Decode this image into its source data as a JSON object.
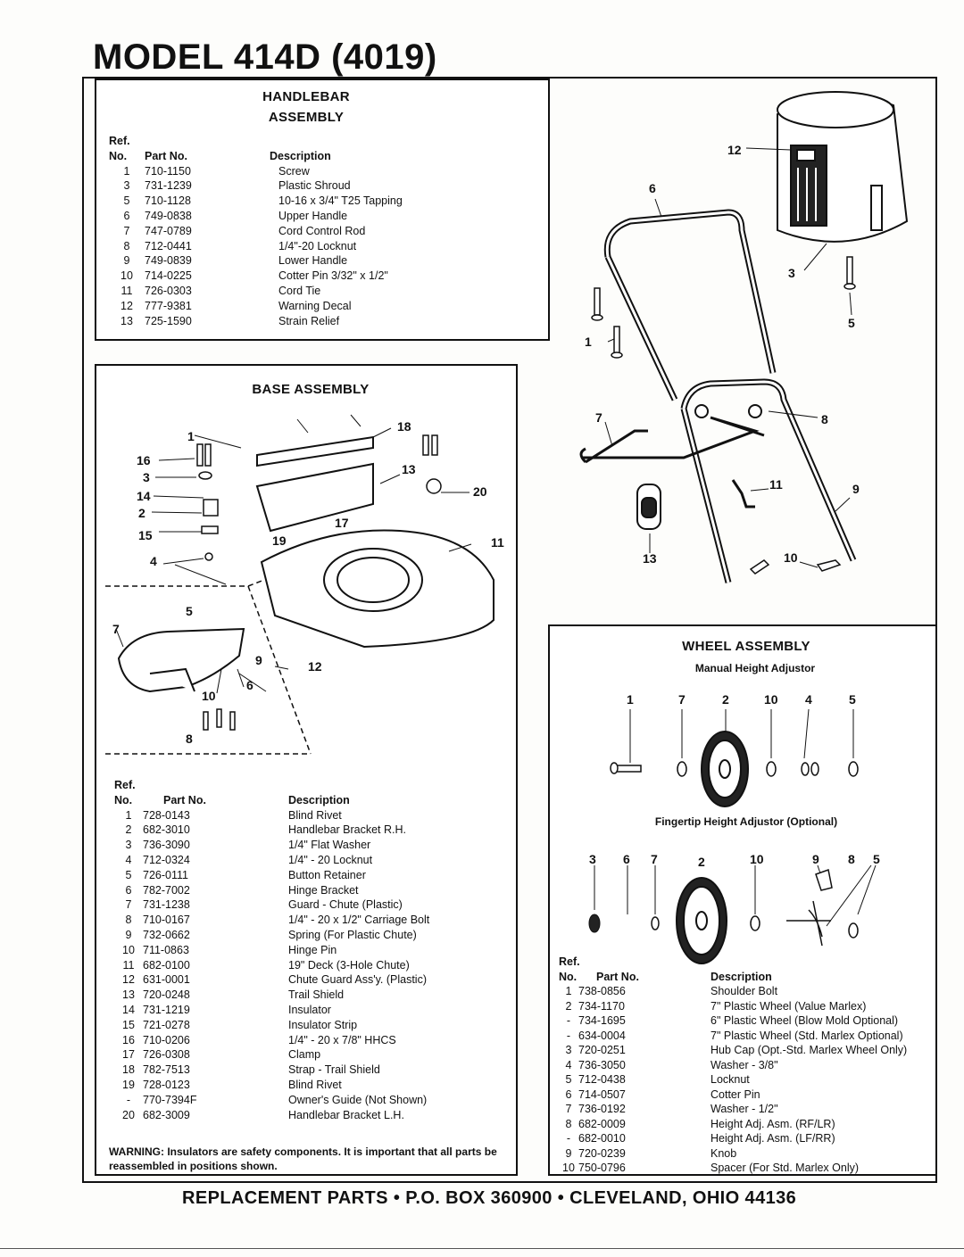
{
  "title": "MODEL 414D (4019)",
  "handlebar": {
    "title_line1": "HANDLEBAR",
    "title_line2": "ASSEMBLY",
    "hdr_ref1": "Ref.",
    "hdr_ref2": "No.",
    "hdr_part": "Part No.",
    "hdr_desc": "Description",
    "rows": [
      {
        "ref": "1",
        "part": "710-1150",
        "desc": "Screw"
      },
      {
        "ref": "3",
        "part": "731-1239",
        "desc": "Plastic Shroud"
      },
      {
        "ref": "5",
        "part": "710-1128",
        "desc": "10-16 x 3/4\" T25 Tapping"
      },
      {
        "ref": "6",
        "part": "749-0838",
        "desc": "Upper Handle"
      },
      {
        "ref": "7",
        "part": "747-0789",
        "desc": "Cord Control Rod"
      },
      {
        "ref": "8",
        "part": "712-0441",
        "desc": "1/4\"-20 Locknut"
      },
      {
        "ref": "9",
        "part": "749-0839",
        "desc": "Lower Handle"
      },
      {
        "ref": "10",
        "part": "714-0225",
        "desc": "Cotter Pin 3/32\" x 1/2\""
      },
      {
        "ref": "11",
        "part": "726-0303",
        "desc": "Cord Tie"
      },
      {
        "ref": "12",
        "part": "777-9381",
        "desc": "Warning Decal"
      },
      {
        "ref": "13",
        "part": "725-1590",
        "desc": "Strain Relief"
      }
    ],
    "callouts": [
      "12",
      "6",
      "3",
      "5",
      "1",
      "7",
      "8",
      "11",
      "9",
      "13",
      "10"
    ]
  },
  "base": {
    "title": "BASE ASSEMBLY",
    "hdr_ref1": "Ref.",
    "hdr_ref2": "No.",
    "hdr_part": "Part No.",
    "hdr_desc": "Description",
    "rows": [
      {
        "ref": "1",
        "part": "728-0143",
        "desc": "Blind Rivet"
      },
      {
        "ref": "2",
        "part": "682-3010",
        "desc": "Handlebar Bracket R.H."
      },
      {
        "ref": "3",
        "part": "736-3090",
        "desc": "1/4\" Flat Washer"
      },
      {
        "ref": "4",
        "part": "712-0324",
        "desc": "1/4\" - 20 Locknut"
      },
      {
        "ref": "5",
        "part": "726-0111",
        "desc": "Button Retainer"
      },
      {
        "ref": "6",
        "part": "782-7002",
        "desc": "Hinge Bracket"
      },
      {
        "ref": "7",
        "part": "731-1238",
        "desc": "Guard - Chute (Plastic)"
      },
      {
        "ref": "8",
        "part": "710-0167",
        "desc": "1/4\" - 20 x 1/2\" Carriage Bolt"
      },
      {
        "ref": "9",
        "part": "732-0662",
        "desc": "Spring (For Plastic Chute)"
      },
      {
        "ref": "10",
        "part": "711-0863",
        "desc": "Hinge Pin"
      },
      {
        "ref": "11",
        "part": "682-0100",
        "desc": "19\" Deck (3-Hole Chute)"
      },
      {
        "ref": "12",
        "part": "631-0001",
        "desc": "Chute Guard Ass'y. (Plastic)"
      },
      {
        "ref": "13",
        "part": "720-0248",
        "desc": "Trail Shield"
      },
      {
        "ref": "14",
        "part": "731-1219",
        "desc": "Insulator"
      },
      {
        "ref": "15",
        "part": "721-0278",
        "desc": "Insulator Strip"
      },
      {
        "ref": "16",
        "part": "710-0206",
        "desc": "1/4\" - 20 x 7/8\" HHCS"
      },
      {
        "ref": "17",
        "part": "726-0308",
        "desc": "Clamp"
      },
      {
        "ref": "18",
        "part": "782-7513",
        "desc": "Strap - Trail Shield"
      },
      {
        "ref": "19",
        "part": "728-0123",
        "desc": "Blind Rivet"
      },
      {
        "ref": "-",
        "part": "770-7394F",
        "desc": "Owner's Guide (Not Shown)"
      },
      {
        "ref": "20",
        "part": "682-3009",
        "desc": "Handlebar Bracket L.H."
      }
    ],
    "warning": "WARNING: Insulators are safety components. It is important that all parts be reassembled in positions shown.",
    "callouts": [
      "1",
      "18",
      "16",
      "3",
      "13",
      "14",
      "20",
      "2",
      "17",
      "15",
      "19",
      "11",
      "4",
      "5",
      "7",
      "9",
      "12",
      "6",
      "10",
      "8"
    ]
  },
  "wheel": {
    "title": "WHEEL ASSEMBLY",
    "manual_subtitle": "Manual Height Adjustor",
    "manual_callouts": [
      "1",
      "7",
      "2",
      "10",
      "4",
      "5"
    ],
    "fingertip_subtitle": "Fingertip Height Adjustor (Optional)",
    "fingertip_callouts": [
      "3",
      "6",
      "7",
      "2",
      "10",
      "9",
      "8",
      "5"
    ],
    "hdr_ref1": "Ref.",
    "hdr_ref2": "No.",
    "hdr_part": "Part No.",
    "hdr_desc": "Description",
    "rows": [
      {
        "ref": "1",
        "part": "738-0856",
        "desc": "Shoulder Bolt"
      },
      {
        "ref": "2",
        "part": "734-1170",
        "desc": "7\" Plastic Wheel (Value Marlex)"
      },
      {
        "ref": "-",
        "part": "734-1695",
        "desc": "6\" Plastic Wheel (Blow Mold Optional)"
      },
      {
        "ref": "-",
        "part": "634-0004",
        "desc": "7\" Plastic Wheel (Std. Marlex Optional)"
      },
      {
        "ref": "3",
        "part": "720-0251",
        "desc": "Hub Cap (Opt.-Std. Marlex Wheel Only)"
      },
      {
        "ref": "4",
        "part": "736-3050",
        "desc": "Washer - 3/8\""
      },
      {
        "ref": "5",
        "part": "712-0438",
        "desc": "Locknut"
      },
      {
        "ref": "6",
        "part": "714-0507",
        "desc": "Cotter Pin"
      },
      {
        "ref": "7",
        "part": "736-0192",
        "desc": "Washer - 1/2\""
      },
      {
        "ref": "8",
        "part": "682-0009",
        "desc": "Height Adj. Asm. (RF/LR)"
      },
      {
        "ref": "-",
        "part": "682-0010",
        "desc": "Height Adj. Asm. (LF/RR)"
      },
      {
        "ref": "9",
        "part": "720-0239",
        "desc": "Knob"
      },
      {
        "ref": "10",
        "part": "750-0796",
        "desc": "Spacer (For Std. Marlex Only)"
      }
    ]
  },
  "footer": "REPLACEMENT PARTS • P.O. BOX 360900 • CLEVELAND, OHIO 44136"
}
